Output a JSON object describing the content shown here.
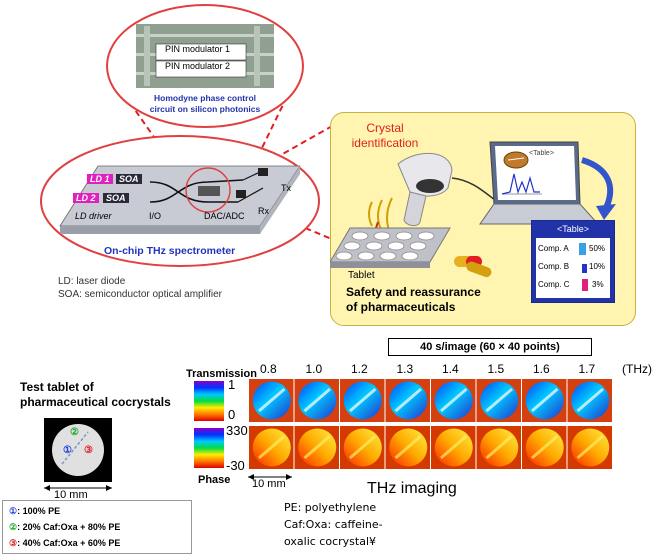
{
  "top_callout": {
    "pin1": "PIN modulator 1",
    "pin2": "PIN modulator 2",
    "caption_line1": "Homodyne phase control",
    "caption_line2": "circuit on silicon photonics"
  },
  "chip": {
    "ld1": "LD 1",
    "ld2": "LD 2",
    "soa1": "SOA",
    "soa2": "SOA",
    "ld_driver": "LD driver",
    "io": "I/O",
    "dac_adc": "DAC/ADC",
    "tx": "Tx",
    "rx": "Rx",
    "title": "On-chip THz spectrometer"
  },
  "legend": {
    "ld": "LD: laser diode",
    "soa": "SOA: semiconductor optical amplifier"
  },
  "application": {
    "crystal_line1": "Crystal",
    "crystal_line2": "identification",
    "tablet": "Tablet",
    "safety_line1": "Safety and reassurance",
    "safety_line2": "of pharmaceuticals",
    "table_title": "<Table>",
    "rows": [
      {
        "label": "Comp. A",
        "value": "50%",
        "color": "#3aa0e8"
      },
      {
        "label": "Comp. B",
        "value": "10%",
        "color": "#2233cc"
      },
      {
        "label": "Comp. C",
        "value": "3%",
        "color": "#e0207a"
      }
    ],
    "screen_table_title": "<Table>"
  },
  "test_tablet": {
    "title_line1": "Test tablet of",
    "title_line2": "pharmaceutical cocrystals",
    "marks": [
      "①",
      "②",
      "③"
    ],
    "scale": "10 mm",
    "notes": [
      {
        "mark": "①",
        "text": ": 100% PE",
        "color": "#2244dd"
      },
      {
        "mark": "②",
        "text": ": 20% Caf:Oxa + 80% PE",
        "color": "#22aa33"
      },
      {
        "mark": "③",
        "text": ": 40% Caf:Oxa + 60% PE",
        "color": "#dd2222"
      }
    ]
  },
  "imaging": {
    "rate": "40 s/image (60 × 40 points)",
    "frequencies": [
      "0.8",
      "1.0",
      "1.2",
      "1.3",
      "1.4",
      "1.5",
      "1.6",
      "1.7"
    ],
    "unit": "(THz)",
    "transmission_label": "Transmission",
    "transmission_max": "1",
    "transmission_min": "0",
    "phase_label": "Phase",
    "phase_max": "330",
    "phase_min": "-30",
    "scale": "10 mm",
    "title": "THz imaging"
  },
  "abbreviations": {
    "pe": "PE:  polyethylene",
    "caf_line1": "Caf:Oxa:  caffeine-",
    "caf_line2": "oxalic cocrystal¥"
  }
}
